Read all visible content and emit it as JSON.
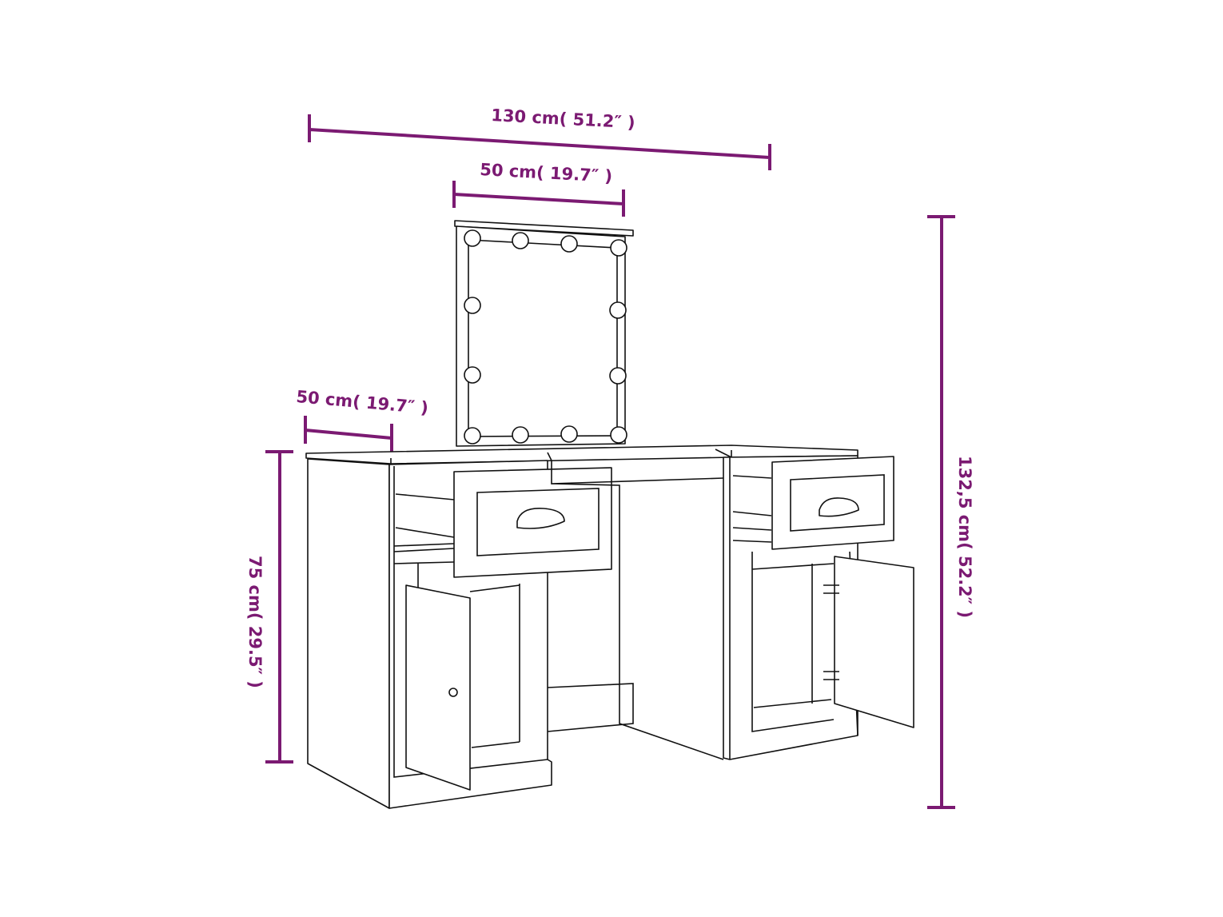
{
  "title": "Vanity desk with mirror and lights dimensions",
  "accent_color": "#7b1a72",
  "dimensions": {
    "total_width": "130 cm( 51.2″ )",
    "mirror_width": "50 cm( 19.7″ )",
    "depth": "50 cm( 19.7″ )",
    "desk_height": "75 cm( 29.5″ )",
    "total_height": "132,5 cm( 52.2″ )"
  }
}
